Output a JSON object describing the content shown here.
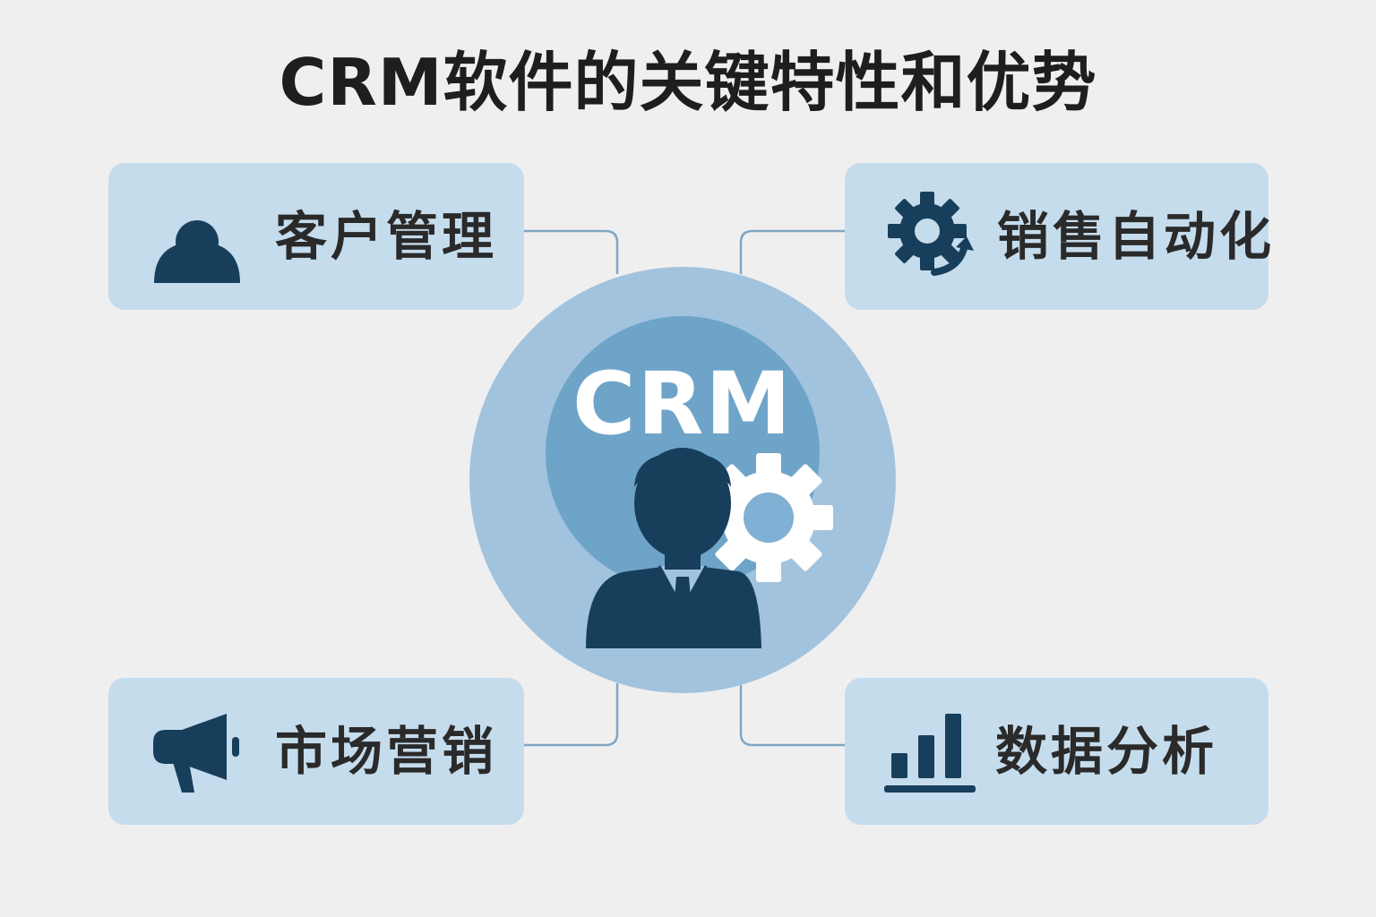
{
  "title": "CRM软件的关键特性和优势",
  "hub": {
    "label": "CRM",
    "icons": [
      "businessman-icon",
      "gear-icon"
    ]
  },
  "features": [
    {
      "label": "客户管理",
      "icon": "user-icon"
    },
    {
      "label": "销售自动化",
      "icon": "gear-cycle-icon"
    },
    {
      "label": "市场营销",
      "icon": "megaphone-icon"
    },
    {
      "label": "数据分析",
      "icon": "bar-chart-icon"
    }
  ],
  "colors": {
    "background": "#f0eff0",
    "card": "#c5dced",
    "icon": "#173f5c",
    "hub_outer": "#a2c3de",
    "hub_inner": "#6fa4c9",
    "connector": "#7fa6c3"
  }
}
